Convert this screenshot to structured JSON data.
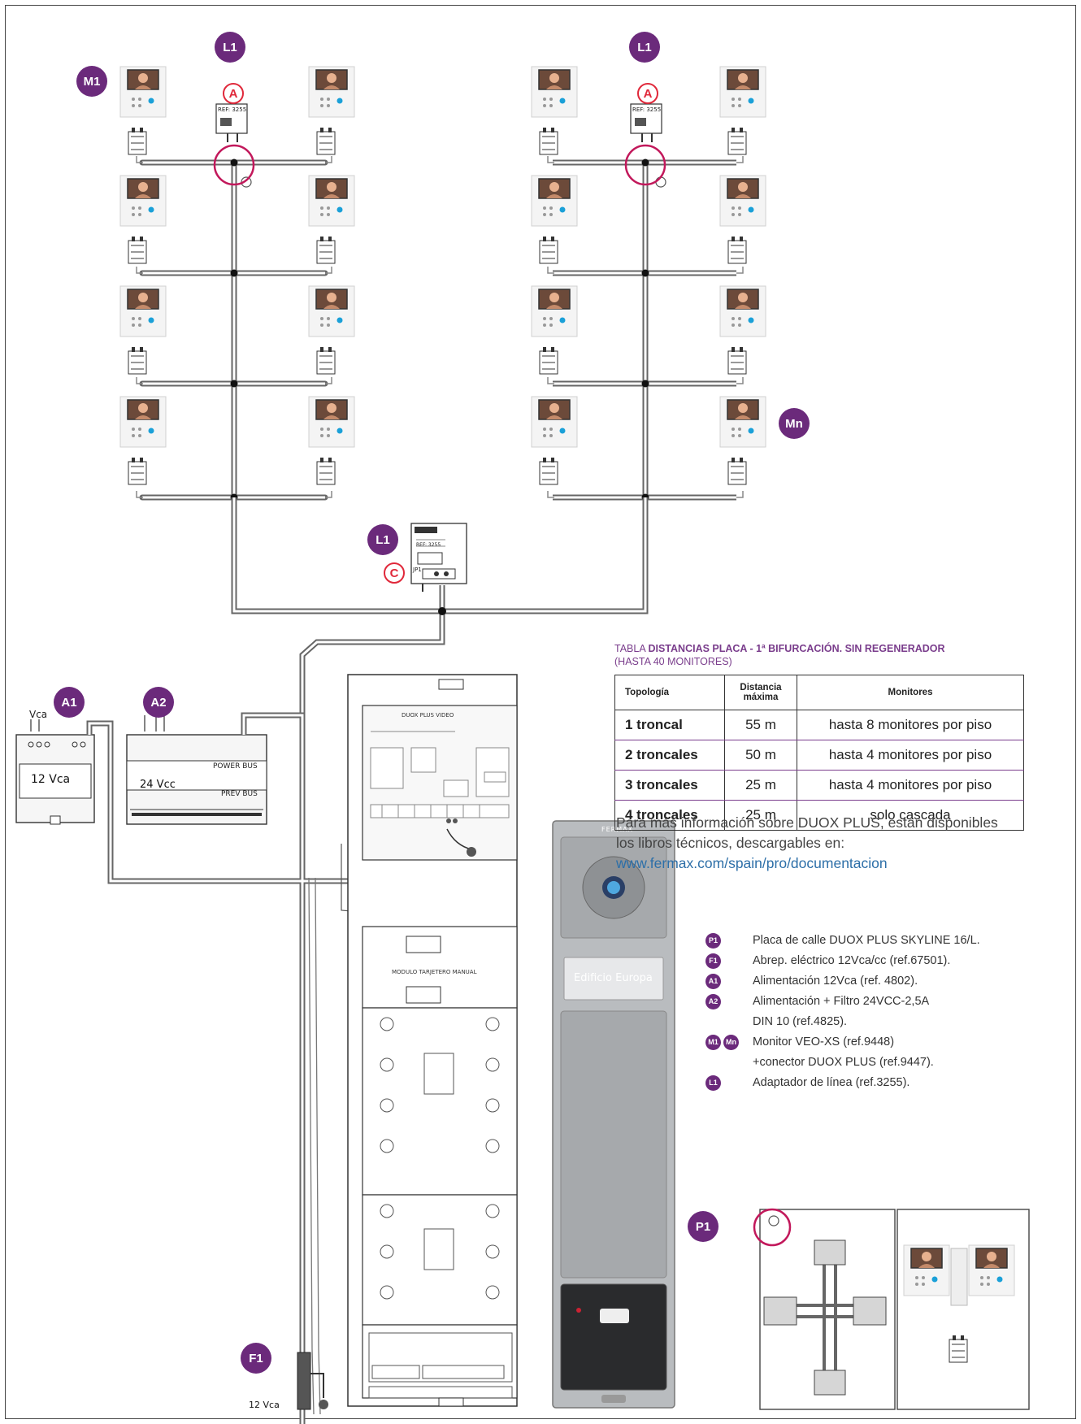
{
  "badges": {
    "l1_left": "L1",
    "l1_right": "L1",
    "l1_center": "L1",
    "m1": "M1",
    "mn": "Mn",
    "a1": "A1",
    "a2": "A2",
    "f1": "F1",
    "p1": "P1"
  },
  "markers": {
    "a_left": "A",
    "a_right": "A",
    "c_center": "C"
  },
  "devices": {
    "adapter_ref": "REF: 3255",
    "adapter_jp": "JP1",
    "psu_a1_label": "12 Vca",
    "psu_a1_input": "Vca",
    "psu_a2_label": "24 Vcc",
    "psu_a2_power": "POWER BUS",
    "psu_a2_prev": "PREV BUS",
    "lock_label": "12 Vca",
    "panel_module_title": "DUOX PLUS VIDEO",
    "panel_keypad_title": "MODULO TARJETERO MANUAL",
    "panel_name_label": "Edificio Europa",
    "panel_brand": "FERMAX"
  },
  "table": {
    "title_prefix": "TABLA ",
    "title_bold": "DISTANCIAS PLACA - 1ª BIFURCACIÓN. SIN REGENERADOR",
    "subtitle": "(HASTA 40 MONITORES)",
    "headers": [
      "Topología",
      "Distancia máxima",
      "Monitores"
    ],
    "rows": [
      [
        "1 troncal",
        "55 m",
        "hasta 8 monitores por piso"
      ],
      [
        "2 troncales",
        "50 m",
        "hasta 4 monitores por piso"
      ],
      [
        "3 troncales",
        "25 m",
        "hasta 4 monitores por piso"
      ],
      [
        "4 troncales",
        "25 m",
        "solo cascada"
      ]
    ]
  },
  "info": {
    "text": "Para más información sobre DUOX PLUS, están disponibles los libros técnicos, descargables en:",
    "link": "www.fermax.com/spain/pro/documentacion"
  },
  "legend": [
    {
      "badges": [
        "P1"
      ],
      "text": "Placa de calle DUOX PLUS SKYLINE 16/L."
    },
    {
      "badges": [
        "F1"
      ],
      "text": "Abrep. eléctrico 12Vca/cc (ref.67501)."
    },
    {
      "badges": [
        "A1"
      ],
      "text": "Alimentación 12Vca (ref. 4802)."
    },
    {
      "badges": [
        "A2"
      ],
      "text": "Alimentación + Filtro 24VCC-2,5A"
    },
    {
      "badges": [],
      "text": "DIN 10 (ref.4825)."
    },
    {
      "badges": [
        "M1",
        "Mn"
      ],
      "text": "Monitor VEO-XS (ref.9448)"
    },
    {
      "badges": [],
      "text": "+conector DUOX PLUS (ref.9447)."
    },
    {
      "badges": [
        "L1"
      ],
      "text": "Adaptador de línea (ref.3255)."
    }
  ],
  "colors": {
    "brand_purple": "#6b2a7b",
    "marker_red": "#e0283a",
    "highlight_circle": "#c2185b",
    "link_blue": "#2d6fa8"
  }
}
